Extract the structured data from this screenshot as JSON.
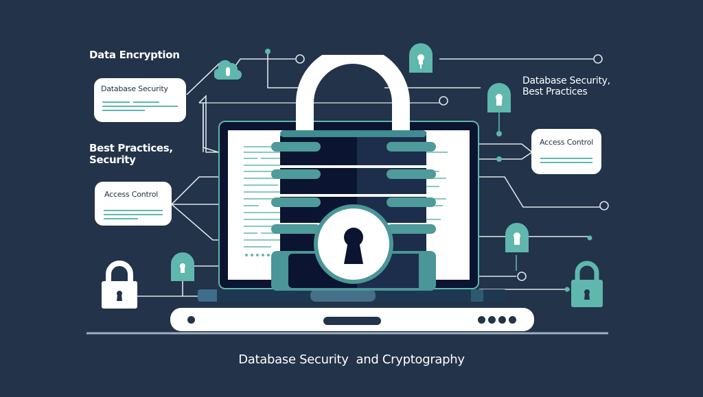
{
  "labels": {
    "data_encryption": "Data Encryption",
    "best_practices_security": [
      "Best Practices,",
      "Security"
    ],
    "database_security_best_practices": [
      "Database Security,",
      "Best Practices"
    ]
  },
  "cards": {
    "left_top": {
      "title": "Database Security"
    },
    "left_bottom": {
      "title": "Access Control"
    },
    "right": {
      "title": "Access Control"
    }
  },
  "footer": {
    "title": "Database Security  and Cryptography"
  },
  "icons": [
    "cloud-lock-icon",
    "keyhole-badge-icon",
    "padlock-icon",
    "database-lock-icon",
    "laptop-icon"
  ],
  "colors": {
    "background": "#22334a",
    "accent_teal": "#5fb7ae",
    "dark_navy": "#0b1430",
    "white": "#ffffff"
  }
}
